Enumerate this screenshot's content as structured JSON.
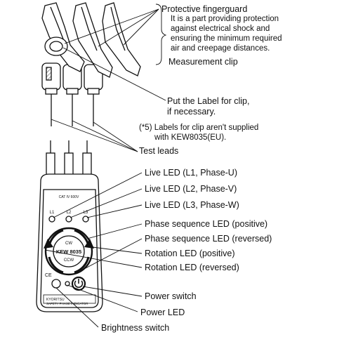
{
  "labels": {
    "fingerguard_title": "Protective fingerguard",
    "fingerguard_desc": [
      "It is a part providing protection",
      "against electrical shock and",
      "ensuring the minimum required",
      "air and creepage distances."
    ],
    "measurement_clip": "Measurement clip",
    "label_for_clip": [
      "Put the Label for clip,",
      "if necessary."
    ],
    "footnote": [
      "(*5) Labels for clip aren't supplied",
      "with KEW8035(EU)."
    ],
    "test_leads": "Test leads",
    "live_led_l1": "Live LED (L1, Phase-U)",
    "live_led_l2": "Live LED (L2, Phase-V)",
    "live_led_l3": "Live LED (L3, Phase-W)",
    "phase_seq_pos": "Phase sequence LED (positive)",
    "phase_seq_rev": "Phase sequence LED (reversed)",
    "rotation_pos": "Rotation LED (positive)",
    "rotation_rev": "Rotation LED (reversed)",
    "power_switch": "Power switch",
    "power_led": "Power LED",
    "brightness_switch": "Brightness switch"
  },
  "device": {
    "model": "KEW 8035",
    "cw": "CW",
    "ccw": "CCW",
    "terminal_l1": "L1",
    "terminal_l2": "L2",
    "terminal_l3": "L3",
    "brand": "KYORITSU",
    "product": "SAFETY PHASE INDICATOR",
    "rating": "CAT IV 600V",
    "ce": "CE"
  },
  "colors": {
    "line": "#111111",
    "body_fill": "#ffffff",
    "panel_fill": "#efefef",
    "dark_fill": "#222222"
  }
}
